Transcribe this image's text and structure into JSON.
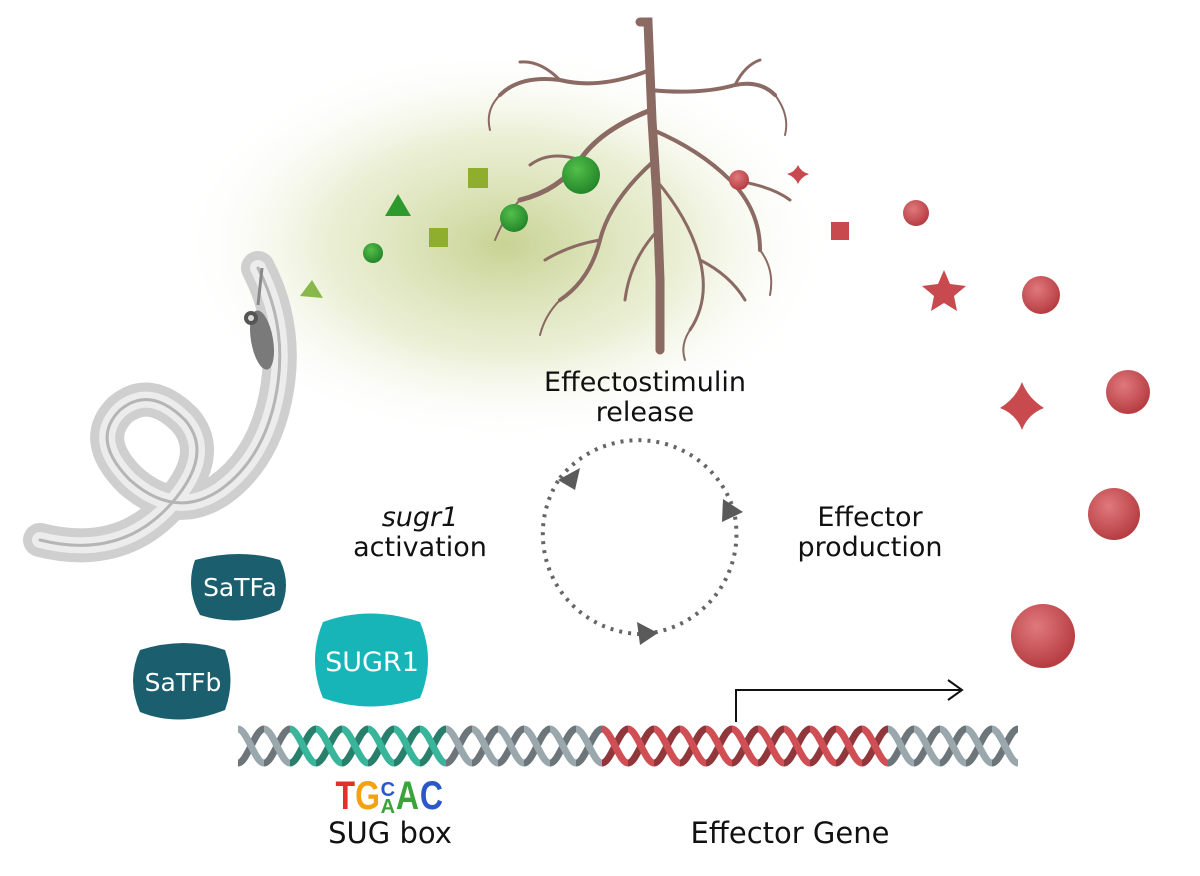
{
  "labels": {
    "effectostimulin_line1": "Effectostimulin",
    "effectostimulin_line2": "release",
    "sugr1_italic": "sugr1",
    "activation": "activation",
    "effector_line1": "Effector",
    "effector_line2": "production",
    "sug_box": "SUG box",
    "effector_gene": "Effector Gene"
  },
  "proteins": {
    "satfa": "SaTFa",
    "satfb": "SaTFb",
    "sugr1": "SUGR1"
  },
  "motif": {
    "letters": [
      "T",
      "G",
      "C",
      "A",
      "A",
      "C"
    ]
  },
  "colors": {
    "satf": "#1b5f6e",
    "sugr1": "#17b5b8",
    "sug_box_dna": "#38b59a",
    "effector_dna": "#cf4f55",
    "dna_grey": "#9aa8ae",
    "effector_particles": "#c84a4f",
    "stimulin_dark_green": "#2e9a2e",
    "stimulin_olive": "#8fae2e",
    "root_brown": "#8b6a64",
    "motif_T": "#e0322a",
    "motif_G": "#f2a30f",
    "motif_C": "#2b58c9",
    "motif_A": "#3aa43a"
  }
}
